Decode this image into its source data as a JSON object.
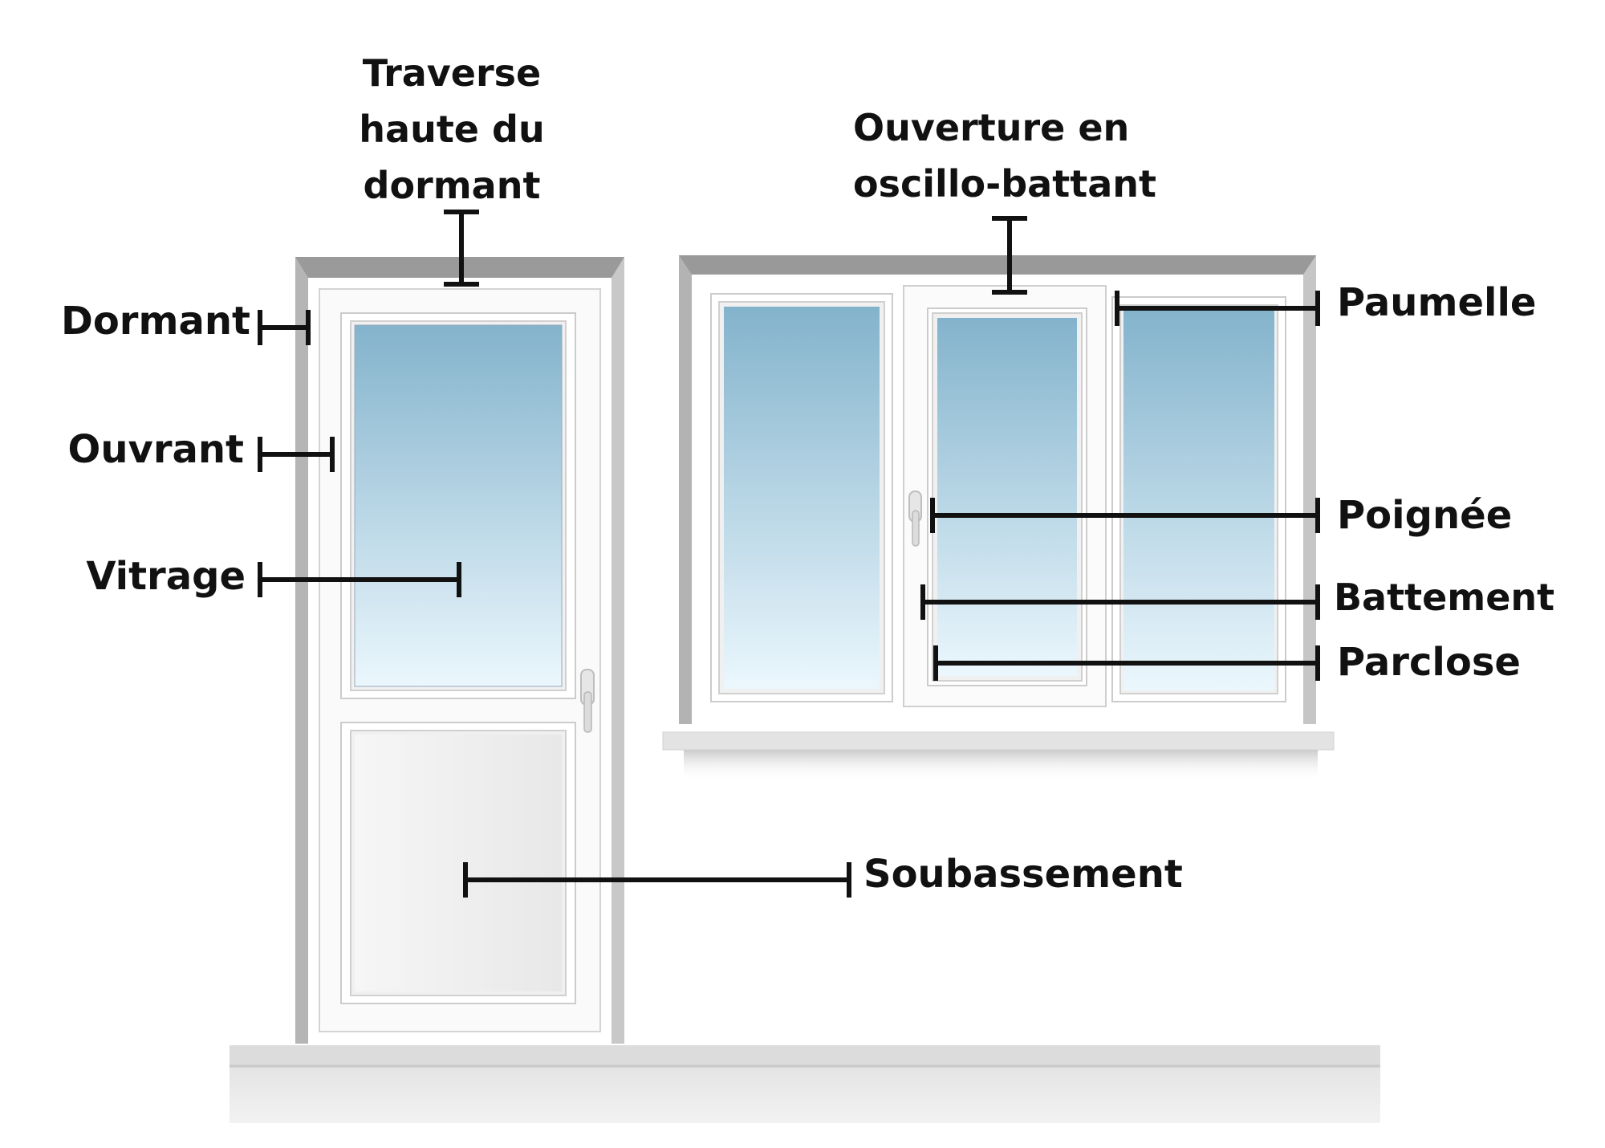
{
  "labels": {
    "traverse": [
      "Traverse",
      "haute du",
      "dormant"
    ],
    "ouverture": [
      "Ouverture en",
      "oscillo-battant"
    ],
    "dormant": "Dormant",
    "ouvrant": "Ouvrant",
    "vitrage": "Vitrage",
    "paumelle": "Paumelle",
    "poignee": "Poignée",
    "battement": "Battement",
    "parclose": "Parclose",
    "soubassement": "Soubassement"
  },
  "colors": {
    "frame_shadow": "#a3a3a3",
    "frame_white": "#ffffff",
    "glass_top": "#83b3cc",
    "glass_bottom": "#ebf7fd",
    "panel": "#eeeeee",
    "leader_line": "#111111",
    "text": "#111111"
  }
}
